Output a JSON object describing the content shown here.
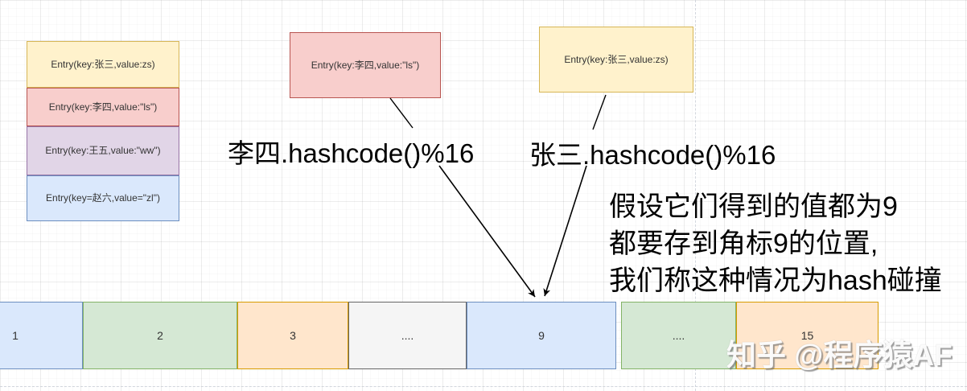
{
  "diagram_title": "HashMap hash collision diagram",
  "entry_stack": {
    "items": [
      {
        "label": "Entry(key:张三,value:zs)",
        "fill": "#fff2cc",
        "border": "#d6b656",
        "color_name": "yellow"
      },
      {
        "label": "Entry(key:李四,value:\"ls\")",
        "fill": "#f8cecc",
        "border": "#b85450",
        "color_name": "red"
      },
      {
        "label": "Entry(key:王五,value:\"ww\")",
        "fill": "#e1d5e7",
        "border": "#9673a6",
        "color_name": "purple"
      },
      {
        "label": "Entry(key=赵六,value=\"zl\")",
        "fill": "#dae8fc",
        "border": "#6c8ebf",
        "color_name": "blue"
      }
    ]
  },
  "floating_entries": [
    {
      "label": "Entry(key:李四,value:\"ls\")",
      "fill": "#f8cecc",
      "border": "#b85450",
      "color_name": "red"
    },
    {
      "label": "Entry(key:张三,value:zs)",
      "fill": "#fff2cc",
      "border": "#d6b656",
      "color_name": "yellow"
    }
  ],
  "formulas": [
    {
      "text": "李四.hashcode()%16"
    },
    {
      "text": "张三.hashcode()%16"
    }
  ],
  "explanation": {
    "lines": [
      "假设它们得到的值都为9",
      "都要存到角标9的位置,",
      "我们称这种情况为hash碰撞"
    ]
  },
  "bucket_array": {
    "cells": [
      {
        "label": "1",
        "fill": "#dae8fc",
        "border": "#6c8ebf",
        "color_name": "blue"
      },
      {
        "label": "2",
        "fill": "#d5e8d4",
        "border": "#82b366",
        "color_name": "green"
      },
      {
        "label": "3",
        "fill": "#ffe6cc",
        "border": "#d79b00",
        "color_name": "orange"
      },
      {
        "label": "....",
        "fill": "#f5f5f5",
        "border": "#666666",
        "color_name": "gray"
      },
      {
        "label": "9",
        "fill": "#dae8fc",
        "border": "#6c8ebf",
        "color_name": "blue"
      },
      {
        "label": "....",
        "fill": "#d5e8d4",
        "border": "#82b366",
        "color_name": "green"
      },
      {
        "label": "15",
        "fill": "#ffe6cc",
        "border": "#d79b00",
        "color_name": "orange"
      }
    ]
  },
  "watermark": {
    "text": "知乎 @程序猿AF"
  },
  "arrow_color": "#000000"
}
